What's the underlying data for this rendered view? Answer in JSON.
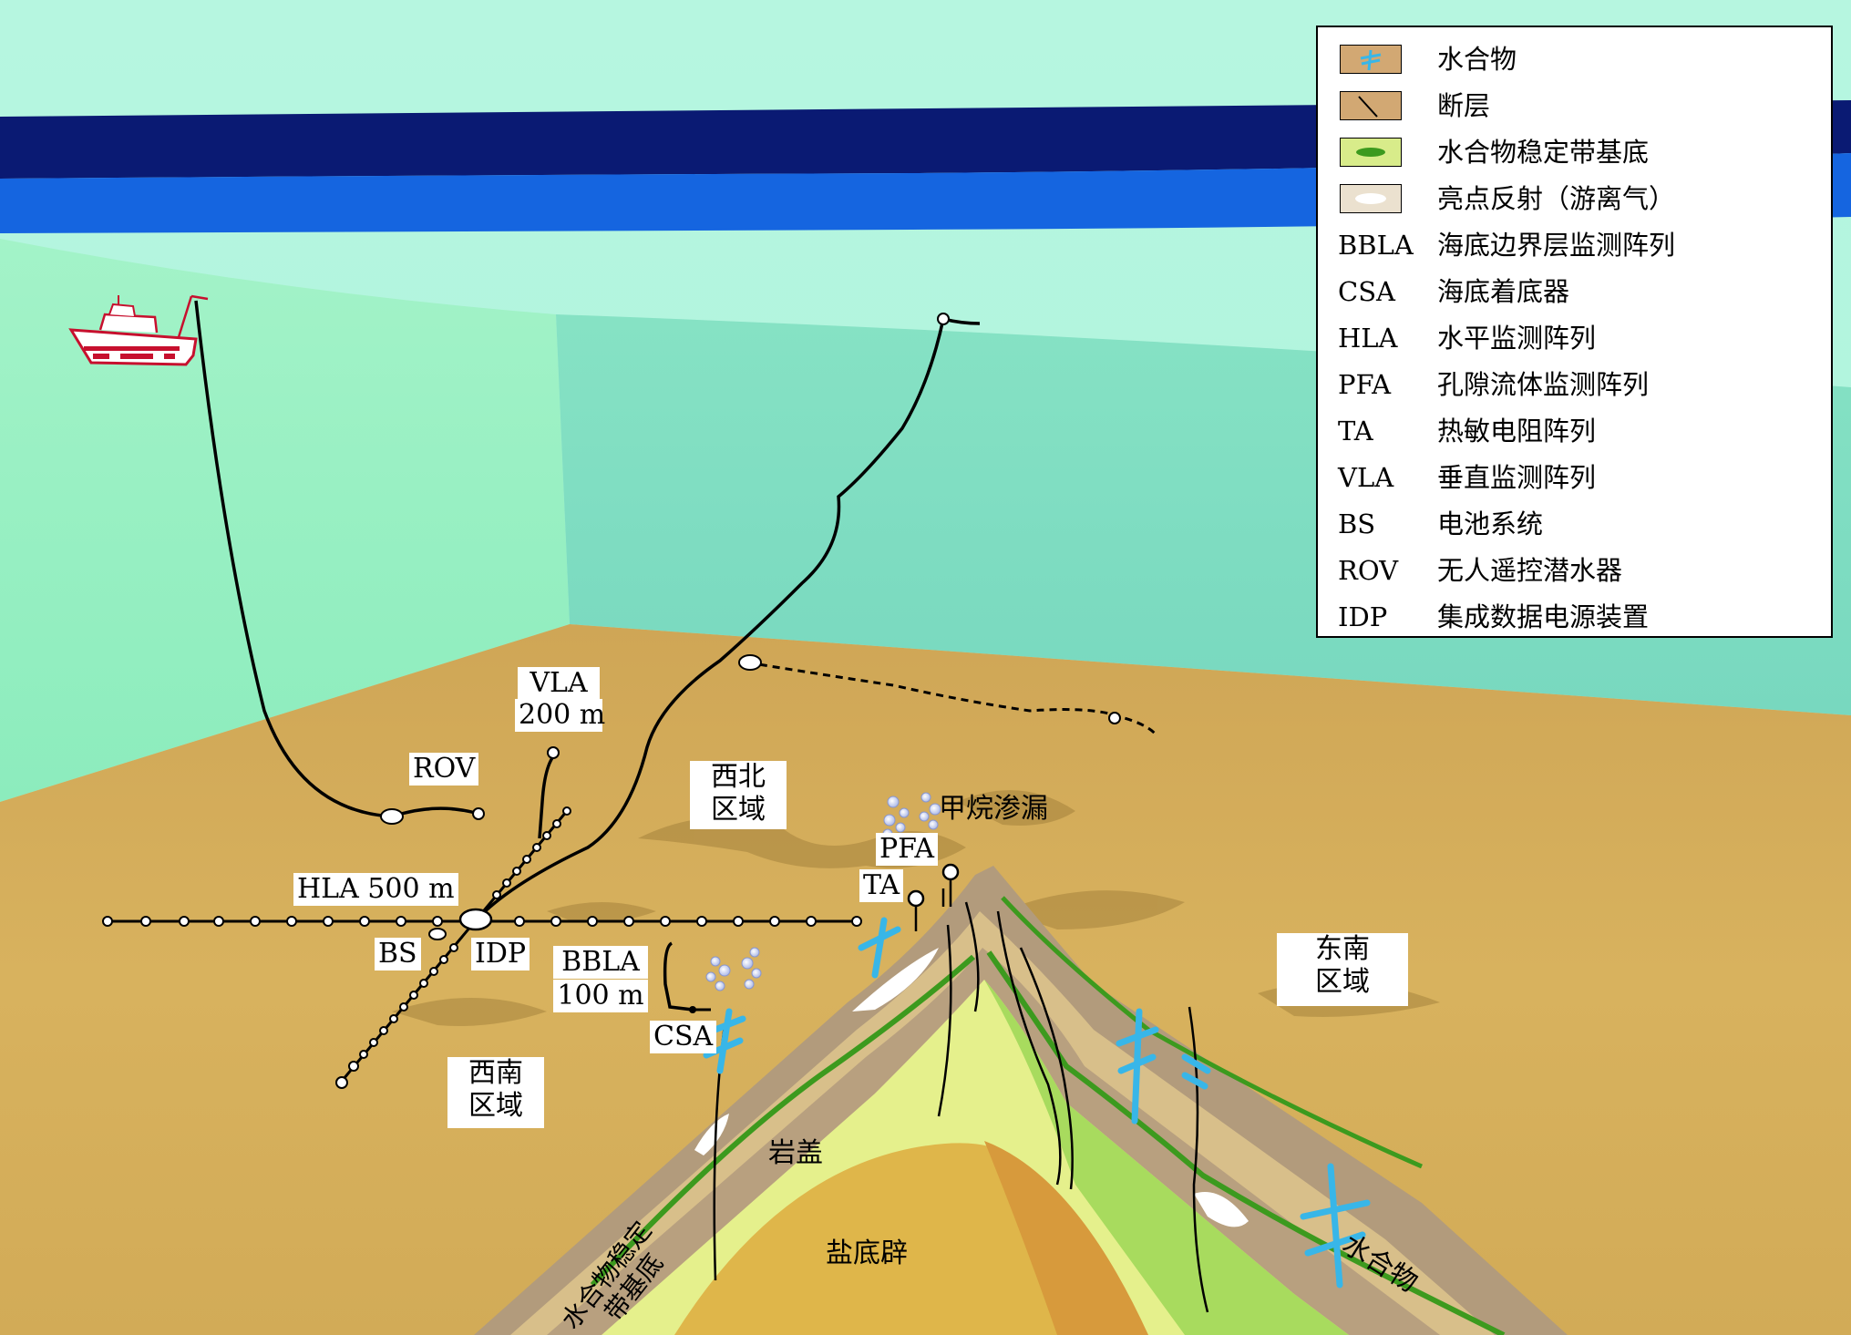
{
  "labels": {
    "rov": "ROV",
    "vla": "VLA",
    "vla_len": "200 m",
    "hla": "HLA 500 m",
    "bs": "BS",
    "idp": "IDP",
    "bbla": "BBLA",
    "bbla_len": "100 m",
    "csa": "CSA",
    "pfa": "PFA",
    "ta": "TA",
    "methane_seep": "甲烷渗漏",
    "northwest_1": "西北",
    "northwest_2": "区域",
    "southwest_1": "西南",
    "southwest_2": "区域",
    "southeast_1": "东南",
    "southeast_2": "区域",
    "cap_rock": "岩盖",
    "salt_diapir": "盐底辟",
    "hydrate": "水合物",
    "bsr_1": "水合物稳定",
    "bsr_2": "带基底"
  },
  "legend": [
    {
      "key": "",
      "text": "水合物",
      "icon": "hydrate-swatch-icon"
    },
    {
      "key": "",
      "text": "断层",
      "icon": "fault-swatch-icon"
    },
    {
      "key": "",
      "text": "水合物稳定带基底",
      "icon": "bsr-swatch-icon"
    },
    {
      "key": "",
      "text": "亮点反射（游离气）",
      "icon": "bright-spot-swatch-icon"
    },
    {
      "key": "BBLA",
      "text": "海底边界层监测阵列"
    },
    {
      "key": "CSA",
      "text": "海底着底器"
    },
    {
      "key": "HLA",
      "text": "水平监测阵列"
    },
    {
      "key": "PFA",
      "text": "孔隙流体监测阵列"
    },
    {
      "key": "TA",
      "text": "热敏电阻阵列"
    },
    {
      "key": "VLA",
      "text": "垂直监测阵列"
    },
    {
      "key": "BS",
      "text": "电池系统"
    },
    {
      "key": "ROV",
      "text": "无人遥控潜水器"
    },
    {
      "key": "IDP",
      "text": "集成数据电源装置"
    }
  ],
  "colors": {
    "sea_top": "#b3f5dc",
    "sea_dark_band": "#0a1a73",
    "sea_blue_band": "#1565e0",
    "sea_wall_left": "#93f0c0",
    "sea_wall_right": "#7fdcc0",
    "seafloor": "#d4ad55",
    "sediment_brown": "#b29b7c",
    "sediment_light": "#d8bf8a",
    "cap_rock": "#e5f08c",
    "cap_rock_green": "#a8db5e",
    "salt_diapir": "#dfb64a",
    "salt_diapir_right": "#d79a3c",
    "bsr_green": "#3c9a1e",
    "hydrate_blue": "#38b6e8"
  }
}
